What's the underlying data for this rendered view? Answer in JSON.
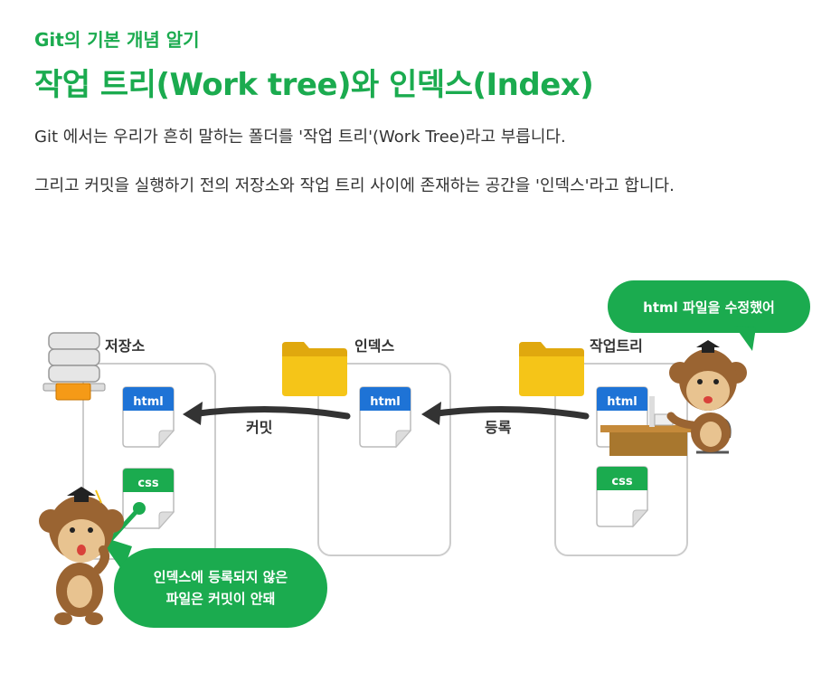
{
  "subtitle": "Git의 기본 개념 알기",
  "title": "작업 트리(Work tree)와 인덱스(Index)",
  "paragraphs": [
    "Git 에서는 우리가 흔히 말하는 폴더를 '작업 트리'(Work Tree)라고 부릅니다.",
    "그리고 커밋을 실행하기 전의 저장소와 작업 트리 사이에 존재하는 공간을 '인덱스'라고 합니다."
  ],
  "diagram": {
    "repository_label": "저장소",
    "index_label": "인덱스",
    "worktree_label": "작업트리",
    "commit_label": "커밋",
    "add_label": "등록",
    "file_html": "html",
    "file_css": "css",
    "bubble_top": "html 파일을 수정했어",
    "bubble_bottom_line1": "인덱스에 등록되지 않은",
    "bubble_bottom_line2": "파일은 커밋이 안돼",
    "colors": {
      "green": "#1bab4f",
      "html_blue": "#1e73d6",
      "folder_yellow": "#f5c518",
      "monkey_brown": "#9a6432"
    }
  }
}
